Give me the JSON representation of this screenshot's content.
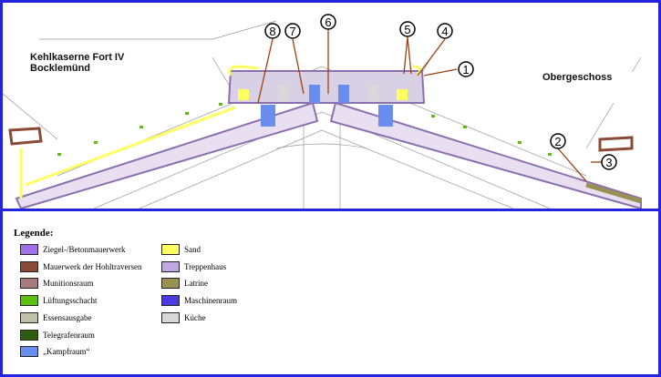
{
  "plan": {
    "title_left": [
      "Kehlkaserne Fort IV",
      "Bocklemünd"
    ],
    "title_right": "Obergeschoss",
    "markers": [
      "1",
      "2",
      "3",
      "4",
      "5",
      "6",
      "7",
      "8"
    ]
  },
  "legend": {
    "title": "Legende:",
    "items": [
      {
        "label": "Ziegel-/Betonmauerwerk",
        "color": "#a070e8"
      },
      {
        "label": "Mauerwerk der Hohltraversen",
        "color": "#8b4a35"
      },
      {
        "label": "Munitionsraum",
        "color": "#a87a80"
      },
      {
        "label": "Lüftungsschacht",
        "color": "#5cbf10"
      },
      {
        "label": "Essensausgabe",
        "color": "#c0c0a8"
      },
      {
        "label": "Telegrafenraum",
        "color": "#2e5e0e"
      },
      {
        "label": "„Kampfraum“",
        "color": "#6a8ef0"
      },
      {
        "label": "Sand",
        "color": "#ffff60"
      },
      {
        "label": "Treppenhaus",
        "color": "#c0a8e0"
      },
      {
        "label": "Latrine",
        "color": "#9a9050"
      },
      {
        "label": "Maschinenraum",
        "color": "#4a3ae0"
      },
      {
        "label": "Küche",
        "color": "#d8d8d8"
      }
    ]
  }
}
